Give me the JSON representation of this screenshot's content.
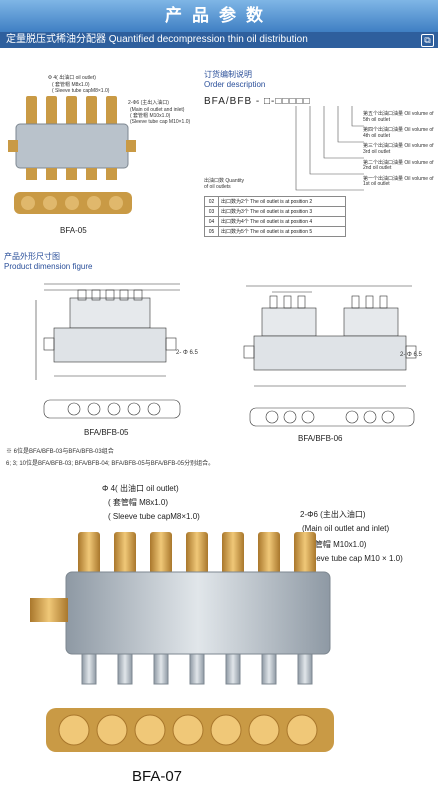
{
  "banner": {
    "title": "产品参数"
  },
  "subbar": {
    "title": "定量脱压式稀油分配器 Quantified decompression thin oil distribution",
    "icon": "link-icon"
  },
  "small_photo": {
    "notes": [
      "Φ 4( 出油口 oil outlet)",
      "( 套管帽 M8x1.0)",
      "( Sleeve tube capM8×1.0)",
      "2-Φ6 (主出入油口)",
      "(Main oil outlet and inlet)",
      "( 套管帽 M10x1.0)",
      "(Sleeve tube cap M10×1.0)"
    ],
    "caption": "BFA-05"
  },
  "order": {
    "heading_cn": "订货编制说明",
    "heading_en": "Order description",
    "model": "BFA/BFB - □-□□□□□",
    "positions": [
      "第五个出油口油量 Oil volume of 5th oil outlet",
      "第四个出油口油量 Oil volume of 4th oil outlet",
      "第三个出油口油量 Oil volume of 3rd oil outlet",
      "第二个出油口油量 Oil volume of 2nd oil outlet",
      "第一个出油口油量 Oil volume of 1st oil outlet"
    ],
    "quantity_label": "出油口数 Quantity of oil outlets",
    "rows": [
      {
        "code": "02",
        "text": "出口数为2个 The oil outlet is at position 2"
      },
      {
        "code": "03",
        "text": "出口数为3个 The oil outlet is at position 3"
      },
      {
        "code": "04",
        "text": "出口数为4个 The oil outlet is at position 4"
      },
      {
        "code": "05",
        "text": "出口数为5个 The oil outlet is at position 5"
      }
    ]
  },
  "dimension": {
    "heading_cn": "产品外形尺寸图",
    "heading_en": "Product dimension figure",
    "caption_left": "BFA/BFB-05",
    "caption_right": "BFA/BFB-06",
    "hole_label": "2- Φ 6.5"
  },
  "footnotes": [
    "※ 6位是BFA/BFB-03与BFA/BFB-03组合",
    "6; 3; 10位是BFA/BFB-03; BFA/BFB-04; BFA/BFB-05与BFA/BFB-05分别组合。"
  ],
  "large_photo": {
    "left_labels": [
      "Φ 4( 出油口 oil outlet)",
      "( 套管帽 M8x1.0)",
      "( Sleeve tube capM8×1.0)"
    ],
    "right_labels": [
      "2-Φ6 (主出入油口)",
      "(Main oil outlet and inlet)",
      "( 套管帽 M10x1.0)",
      "(Sleeve tube cap M10 × 1.0)"
    ],
    "caption": "BFA-07"
  },
  "colors": {
    "banner": "#4f8fd1",
    "subbar": "#2e5f9d",
    "brass": "#c99a45",
    "metal": "#b9c2cb"
  }
}
